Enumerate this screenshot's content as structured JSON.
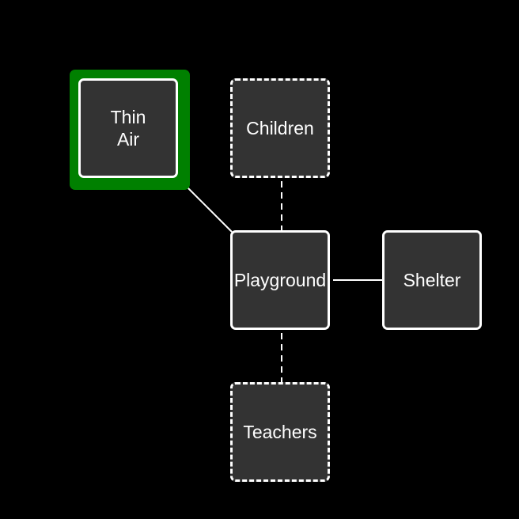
{
  "map": {
    "current_room": "Thin Air",
    "highlight_color": "#008000",
    "room_fill": "#333333",
    "line_color": "#ffffff",
    "rooms": [
      {
        "id": "thin-air",
        "label": "Thin\nAir",
        "visited": true
      },
      {
        "id": "children",
        "label": "Children",
        "visited": false
      },
      {
        "id": "playground",
        "label": "Playground",
        "visited": true
      },
      {
        "id": "shelter",
        "label": "Shelter",
        "visited": true
      },
      {
        "id": "teachers",
        "label": "Teachers",
        "visited": false
      }
    ],
    "connections": [
      {
        "from": "thin-air",
        "to": "playground",
        "style": "solid"
      },
      {
        "from": "children",
        "to": "playground",
        "style": "dashed"
      },
      {
        "from": "playground",
        "to": "shelter",
        "style": "solid"
      },
      {
        "from": "playground",
        "to": "teachers",
        "style": "dashed"
      }
    ]
  }
}
